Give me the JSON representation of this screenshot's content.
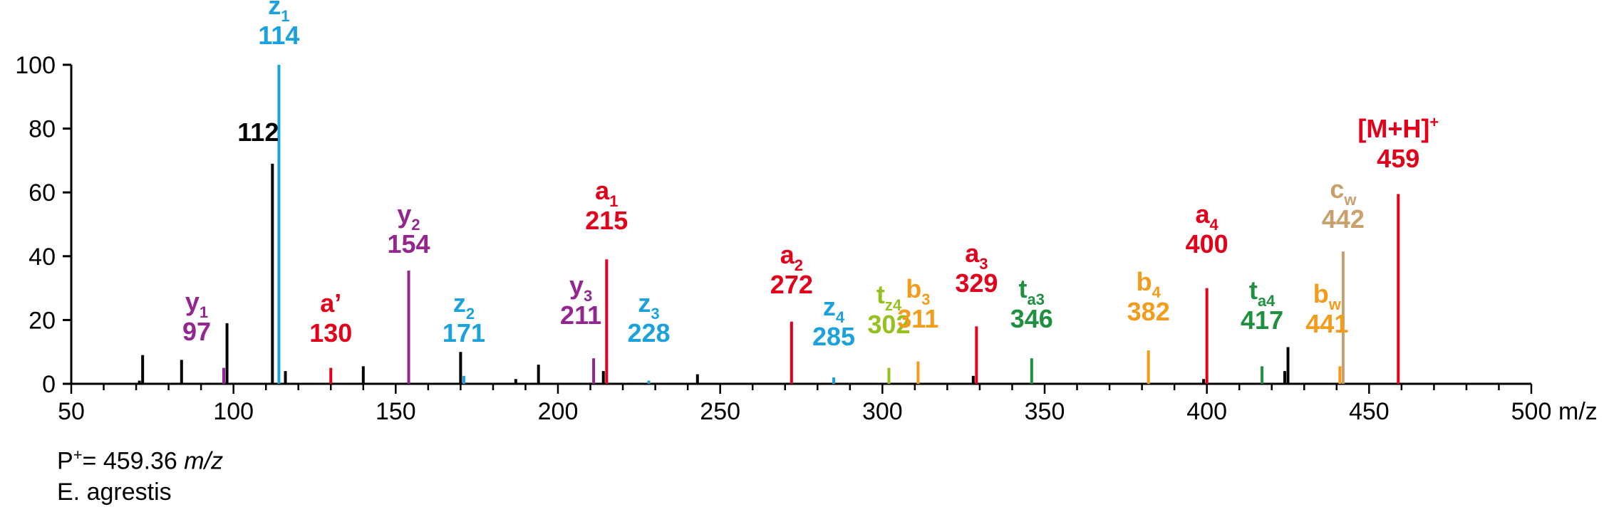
{
  "chart_data": {
    "type": "bar",
    "xlim": [
      50,
      500
    ],
    "ylim": [
      0,
      100
    ],
    "x_unit": "m/z",
    "x_ticks": [
      "50",
      "100",
      "150",
      "200",
      "250",
      "300",
      "350",
      "400",
      "450",
      "500"
    ],
    "y_ticks": [
      "0",
      "20",
      "40",
      "60",
      "80",
      "100"
    ],
    "colors": {
      "unassigned": "#000000",
      "a": "#e2001a",
      "y": "#93278f",
      "z": "#1ba1dc",
      "b": "#f39b1a",
      "t": "#1e9040",
      "tz": "#95c11f",
      "c": "#c7a06b"
    },
    "peaks": [
      {
        "mz": 71,
        "intensity": 1,
        "ion": "unassigned"
      },
      {
        "mz": 72,
        "intensity": 9,
        "ion": "unassigned"
      },
      {
        "mz": 84,
        "intensity": 7.5,
        "ion": "unassigned"
      },
      {
        "mz": 97,
        "intensity": 5,
        "ion": "y",
        "label": {
          "main": "y",
          "sub": "1",
          "mz": "97"
        }
      },
      {
        "mz": 98,
        "intensity": 19,
        "ion": "unassigned"
      },
      {
        "mz": 112,
        "intensity": 69,
        "ion": "unassigned",
        "label": {
          "main": "",
          "sub": "",
          "mz": "112"
        }
      },
      {
        "mz": 114,
        "intensity": 100,
        "ion": "z",
        "label": {
          "main": "z",
          "sub": "1",
          "mz": "114"
        }
      },
      {
        "mz": 116,
        "intensity": 4,
        "ion": "unassigned"
      },
      {
        "mz": 130,
        "intensity": 5,
        "ion": "a",
        "label": {
          "main": "a’",
          "sub": "",
          "mz": "130"
        }
      },
      {
        "mz": 140,
        "intensity": 5.5,
        "ion": "unassigned"
      },
      {
        "mz": 154,
        "intensity": 35.5,
        "ion": "y",
        "label": {
          "main": "y",
          "sub": "2",
          "mz": "154"
        }
      },
      {
        "mz": 170,
        "intensity": 10,
        "ion": "unassigned"
      },
      {
        "mz": 171,
        "intensity": 2.5,
        "ion": "z",
        "label": {
          "main": "z",
          "sub": "2",
          "mz": "171"
        }
      },
      {
        "mz": 187,
        "intensity": 1.5,
        "ion": "unassigned"
      },
      {
        "mz": 194,
        "intensity": 6,
        "ion": "unassigned"
      },
      {
        "mz": 211,
        "intensity": 8,
        "ion": "y",
        "label": {
          "main": "y",
          "sub": "3",
          "mz": "211"
        }
      },
      {
        "mz": 214,
        "intensity": 4,
        "ion": "unassigned"
      },
      {
        "mz": 215,
        "intensity": 39,
        "ion": "a",
        "label": {
          "main": "a",
          "sub": "1",
          "mz": "215"
        }
      },
      {
        "mz": 228,
        "intensity": 1,
        "ion": "z",
        "label": {
          "main": "z",
          "sub": "3",
          "mz": "228"
        }
      },
      {
        "mz": 243,
        "intensity": 3,
        "ion": "unassigned"
      },
      {
        "mz": 272,
        "intensity": 19.5,
        "ion": "a",
        "label": {
          "main": "a",
          "sub": "2",
          "mz": "272"
        }
      },
      {
        "mz": 285,
        "intensity": 2,
        "ion": "z",
        "label": {
          "main": "z",
          "sub": "4",
          "mz": "285"
        }
      },
      {
        "mz": 302,
        "intensity": 5,
        "ion": "tz",
        "label": {
          "main": "t",
          "sub": "z4",
          "mz": "302"
        }
      },
      {
        "mz": 311,
        "intensity": 7,
        "ion": "b",
        "label": {
          "main": "b",
          "sub": "3",
          "mz": "311"
        }
      },
      {
        "mz": 328,
        "intensity": 2.5,
        "ion": "unassigned"
      },
      {
        "mz": 329,
        "intensity": 18,
        "ion": "a",
        "label": {
          "main": "a",
          "sub": "3",
          "mz": "329"
        }
      },
      {
        "mz": 346,
        "intensity": 8,
        "ion": "t",
        "label": {
          "main": "t",
          "sub": "a3",
          "mz": "346"
        }
      },
      {
        "mz": 382,
        "intensity": 10.5,
        "ion": "b",
        "label": {
          "main": "b",
          "sub": "4",
          "mz": "382"
        }
      },
      {
        "mz": 399,
        "intensity": 1.5,
        "ion": "unassigned"
      },
      {
        "mz": 400,
        "intensity": 30,
        "ion": "a",
        "label": {
          "main": "a",
          "sub": "4",
          "mz": "400"
        }
      },
      {
        "mz": 417,
        "intensity": 5.5,
        "ion": "t",
        "label": {
          "main": "t",
          "sub": "a4",
          "mz": "417"
        }
      },
      {
        "mz": 424,
        "intensity": 4,
        "ion": "unassigned"
      },
      {
        "mz": 425,
        "intensity": 11.5,
        "ion": "unassigned"
      },
      {
        "mz": 441,
        "intensity": 5.5,
        "ion": "b",
        "label": {
          "main": "b",
          "sub": "w",
          "mz": "441"
        }
      },
      {
        "mz": 442,
        "intensity": 41.5,
        "ion": "c",
        "label": {
          "main": "c",
          "sub": "w",
          "mz": "442"
        }
      },
      {
        "mz": 459,
        "intensity": 59.5,
        "ion": "a",
        "label": {
          "main": "[M+H]",
          "sup": "+",
          "mz": "459"
        }
      }
    ]
  },
  "footer": {
    "precursor_prefix": "P",
    "precursor_sup": "+",
    "precursor_value": "= 459.36 ",
    "precursor_unit": "m/z",
    "species": "E. agrestis"
  }
}
